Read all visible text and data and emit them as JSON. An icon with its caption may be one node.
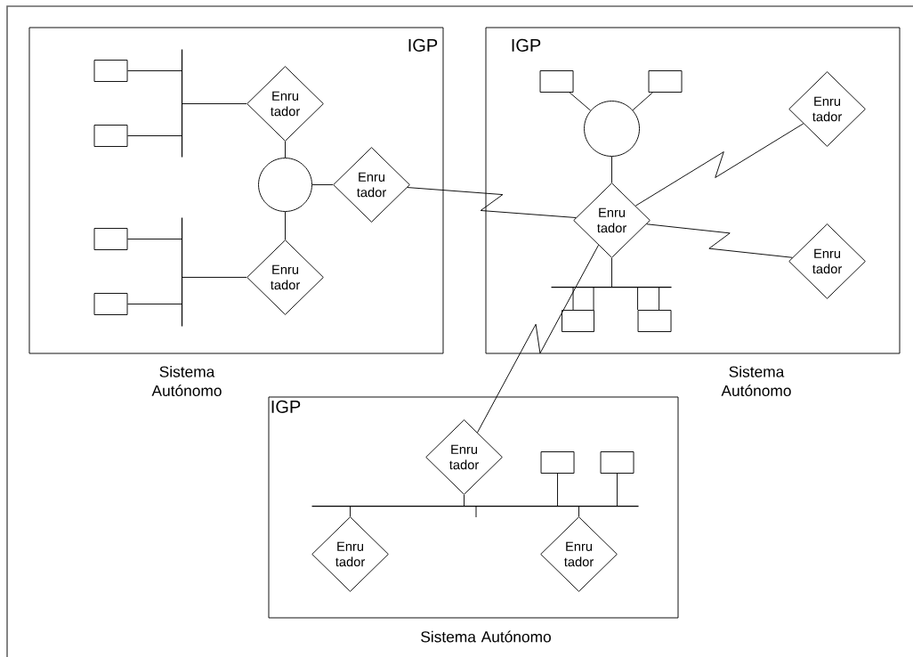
{
  "diagram": {
    "nodes": [
      {
        "text": [
          "IGP"
        ],
        "beside": [
          "Sistema Autónomo"
        ]
      },
      {
        "text": [],
        "shape": "box",
        "in": 0
      },
      {
        "text": [],
        "shape": "box",
        "in": 0
      },
      {
        "text": [],
        "shape": "box",
        "in": 0
      },
      {
        "text": [],
        "shape": "box",
        "in": 0
      },
      {
        "text": [],
        "shape": "bar",
        "in": 0
      },
      {
        "text": [],
        "shape": "bar",
        "in": 0
      },
      {
        "text": [
          "Enru tador"
        ],
        "in": 0
      },
      {
        "text": [],
        "shape": "circle",
        "in": 0
      },
      {
        "text": [
          "Enru tador"
        ],
        "in": 0
      },
      {
        "text": [
          "Enru tador"
        ],
        "in": 0
      },
      {
        "text": [
          "IGP"
        ],
        "beside": [
          "Sistema Autónomo"
        ]
      },
      {
        "text": [],
        "shape": "box",
        "in": 11
      },
      {
        "text": [],
        "shape": "box",
        "in": 11
      },
      {
        "text": [],
        "shape": "circle",
        "in": 11
      },
      {
        "text": [
          "Enru tador"
        ],
        "in": 11
      },
      {
        "text": [
          "Enru tador"
        ],
        "in": 11
      },
      {
        "text": [
          "Enru tador"
        ],
        "in": 11
      },
      {
        "text": [],
        "shape": "bar",
        "in": 11
      },
      {
        "text": [],
        "shape": "box",
        "in": 11
      },
      {
        "text": [],
        "shape": "box",
        "in": 11
      },
      {
        "text": [
          "IGP"
        ],
        "beside": [
          "Sistema Autónomo"
        ]
      },
      {
        "text": [
          "Enru tador"
        ],
        "in": 21
      },
      {
        "text": [],
        "shape": "box",
        "in": 21
      },
      {
        "text": [],
        "shape": "box",
        "in": 21
      },
      {
        "text": [],
        "shape": "bar",
        "in": 21
      },
      {
        "text": [
          "Enru tador"
        ],
        "in": 21
      },
      {
        "text": [
          "Enru tador"
        ],
        "in": 21
      }
    ],
    "edges": [
      {
        "from": 1,
        "to": 5,
        "arrow": "none"
      },
      {
        "from": 2,
        "to": 5,
        "arrow": "none"
      },
      {
        "from": 5,
        "to": 7,
        "arrow": "none"
      },
      {
        "from": 7,
        "to": 8,
        "arrow": "none"
      },
      {
        "from": 8,
        "to": 9,
        "arrow": "none"
      },
      {
        "from": 8,
        "to": 10,
        "arrow": "none"
      },
      {
        "from": 3,
        "to": 6,
        "arrow": "none"
      },
      {
        "from": 4,
        "to": 6,
        "arrow": "none"
      },
      {
        "from": 6,
        "to": 10,
        "arrow": "none"
      },
      {
        "from": 9,
        "to": 16,
        "arrow": "none"
      },
      {
        "from": 12,
        "to": 14,
        "arrow": "none"
      },
      {
        "from": 13,
        "to": 14,
        "arrow": "none"
      },
      {
        "from": 14,
        "to": 16,
        "arrow": "none"
      },
      {
        "from": 16,
        "to": 15,
        "arrow": "none"
      },
      {
        "from": 16,
        "to": 17,
        "arrow": "none"
      },
      {
        "from": 16,
        "to": 18,
        "arrow": "none"
      },
      {
        "from": 18,
        "to": 19,
        "arrow": "none"
      },
      {
        "from": 18,
        "to": 19,
        "arrow": "none"
      },
      {
        "from": 18,
        "to": 20,
        "arrow": "none"
      },
      {
        "from": 18,
        "to": 20,
        "arrow": "none"
      },
      {
        "from": 16,
        "to": 22,
        "arrow": "none"
      },
      {
        "from": 22,
        "to": 25,
        "arrow": "none"
      },
      {
        "from": 25,
        "to": 26,
        "arrow": "none"
      },
      {
        "from": 25,
        "to": 27,
        "arrow": "none"
      },
      {
        "from": 23,
        "to": 25,
        "arrow": "none"
      },
      {
        "from": 24,
        "to": 25,
        "arrow": "none"
      }
    ]
  }
}
